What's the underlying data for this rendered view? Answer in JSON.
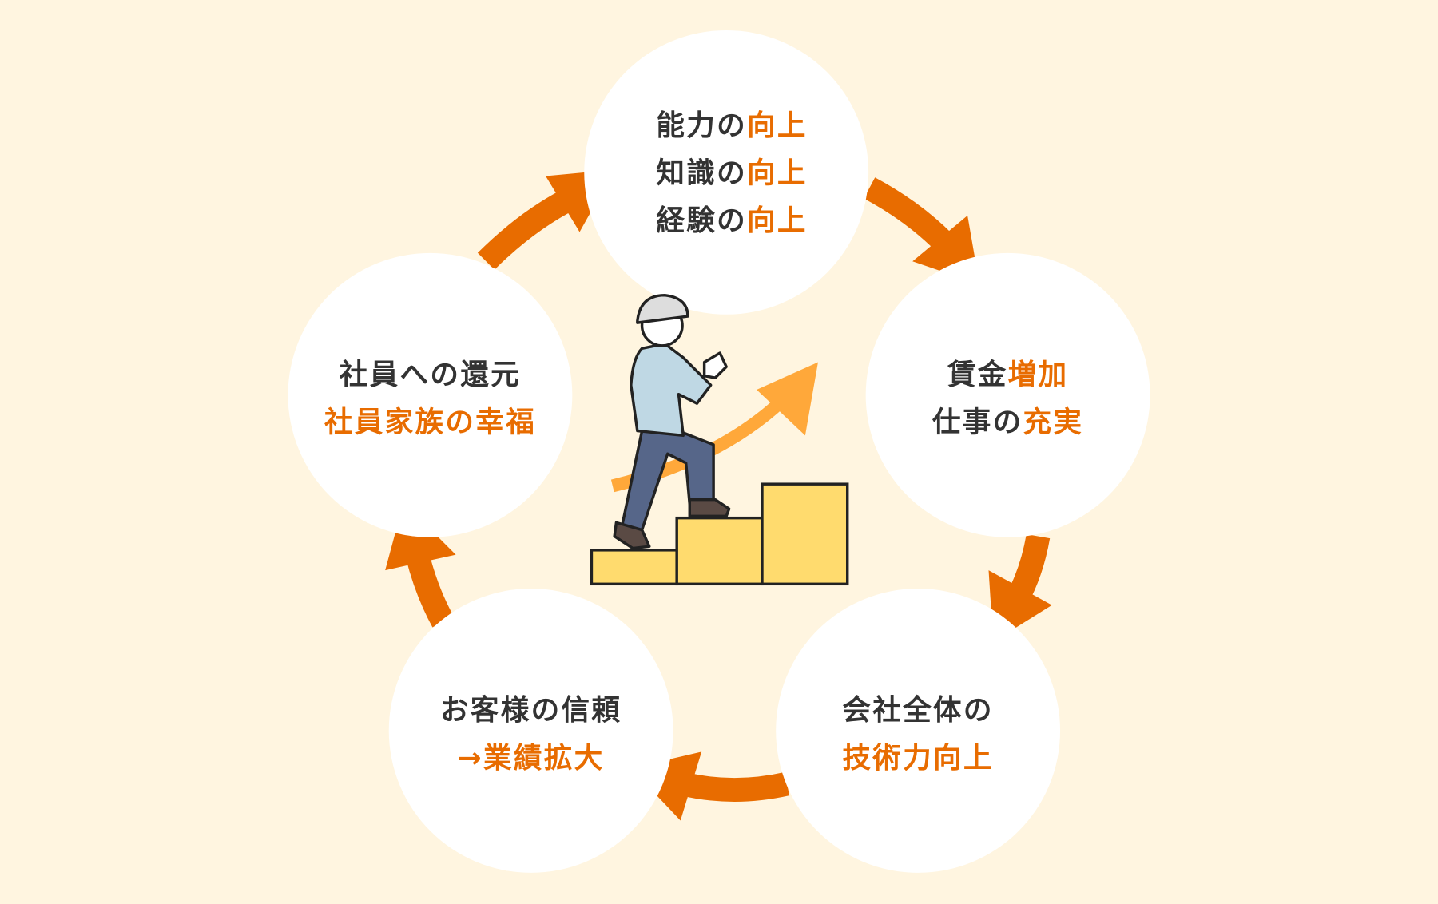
{
  "colors": {
    "background": "#FFF5E0",
    "circle": "#FFFFFF",
    "accent": "#E86C00",
    "text": "#333333",
    "stairs": "#FFDB6E",
    "growth_arrow": "#FFA83A"
  },
  "nodes": [
    {
      "lines": [
        [
          {
            "t": "能力の",
            "c": "dk"
          },
          {
            "t": "向上",
            "c": "or"
          }
        ],
        [
          {
            "t": "知識の",
            "c": "dk"
          },
          {
            "t": "向上",
            "c": "or"
          }
        ],
        [
          {
            "t": "経験の",
            "c": "dk"
          },
          {
            "t": "向上",
            "c": "or"
          }
        ]
      ]
    },
    {
      "lines": [
        [
          {
            "t": "賃金",
            "c": "dk"
          },
          {
            "t": "増加",
            "c": "or"
          }
        ],
        [
          {
            "t": "仕事の",
            "c": "dk"
          },
          {
            "t": "充実",
            "c": "or"
          }
        ]
      ]
    },
    {
      "lines": [
        [
          {
            "t": "会社全体の",
            "c": "dk"
          }
        ],
        [
          {
            "t": "技術力向上",
            "c": "or"
          }
        ]
      ]
    },
    {
      "lines": [
        [
          {
            "t": "お客様の信頼",
            "c": "dk"
          }
        ],
        [
          {
            "t": "→業績拡大",
            "c": "or"
          }
        ]
      ]
    },
    {
      "lines": [
        [
          {
            "t": "社員への還元",
            "c": "dk"
          }
        ],
        [
          {
            "t": "社員家族の幸福",
            "c": "or"
          }
        ]
      ]
    }
  ]
}
